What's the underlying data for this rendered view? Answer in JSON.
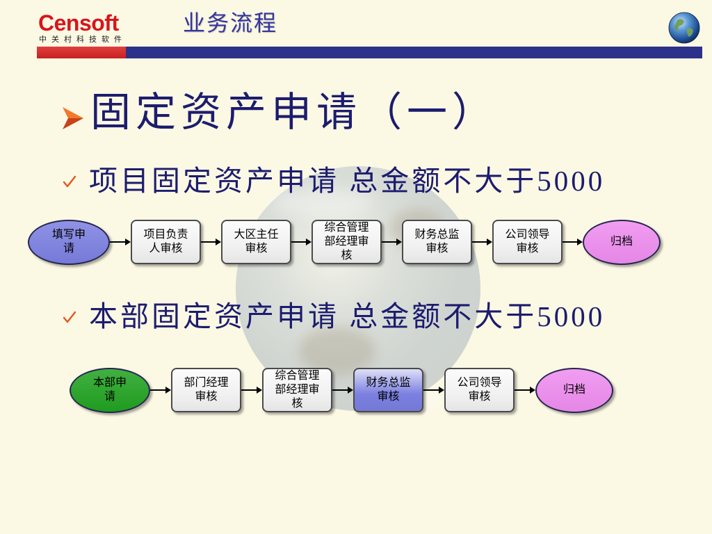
{
  "slide": {
    "background_color": "#fbf8e4"
  },
  "header": {
    "logo_text": "Censoft",
    "logo_subtitle": "中关村科技软件",
    "title": "业务流程",
    "globe_icon": "globe-icon",
    "bar_colors": {
      "left": "#d42b2b",
      "right": "#2c3189"
    }
  },
  "heading": {
    "bullet_icon": "arrow-bullet-icon",
    "text": "固定资产申请（一）"
  },
  "sections": [
    {
      "bullet_icon": "checkmark-icon",
      "text": "项目固定资产申请 总金额不大于5000",
      "nodes": [
        {
          "shape": "ellipse",
          "fill": "#7b7fe0",
          "lines": [
            "填写申",
            "请"
          ]
        },
        {
          "shape": "rounded-rect",
          "fill": "#f1f1f1",
          "lines": [
            "项目负责",
            "人审核"
          ]
        },
        {
          "shape": "rounded-rect",
          "fill": "#f1f1f1",
          "lines": [
            "大区主任",
            "审核"
          ]
        },
        {
          "shape": "rounded-rect",
          "fill": "#f1f1f1",
          "lines": [
            "综合管理",
            "部经理审",
            "核"
          ]
        },
        {
          "shape": "rounded-rect",
          "fill": "#f1f1f1",
          "lines": [
            "财务总监",
            "审核"
          ]
        },
        {
          "shape": "rounded-rect",
          "fill": "#f1f1f1",
          "lines": [
            "公司领导",
            "审核"
          ]
        },
        {
          "shape": "ellipse",
          "fill": "#ee8cef",
          "lines": [
            "归档"
          ]
        }
      ]
    },
    {
      "bullet_icon": "checkmark-icon",
      "text": "本部固定资产申请 总金额不大于5000",
      "nodes": [
        {
          "shape": "ellipse",
          "fill": "#20a220",
          "lines": [
            "本部申",
            "请"
          ]
        },
        {
          "shape": "rounded-rect",
          "fill": "#f1f1f1",
          "lines": [
            "部门经理",
            "审核"
          ]
        },
        {
          "shape": "rounded-rect",
          "fill": "#f1f1f1",
          "lines": [
            "综合管理",
            "部经理审",
            "核"
          ]
        },
        {
          "shape": "rounded-rect",
          "fill": "#7b7fe0",
          "lines": [
            "财务总监",
            "审核"
          ]
        },
        {
          "shape": "rounded-rect",
          "fill": "#f1f1f1",
          "lines": [
            "公司领导",
            "审核"
          ]
        },
        {
          "shape": "ellipse",
          "fill": "#ee8cef",
          "lines": [
            "归档"
          ]
        }
      ]
    }
  ],
  "colors": {
    "title": "#3434a0",
    "body_text": "#1c1c6e",
    "bullet": "#e2571e",
    "connector": "#000000",
    "node_border": "#4a4a4a"
  }
}
